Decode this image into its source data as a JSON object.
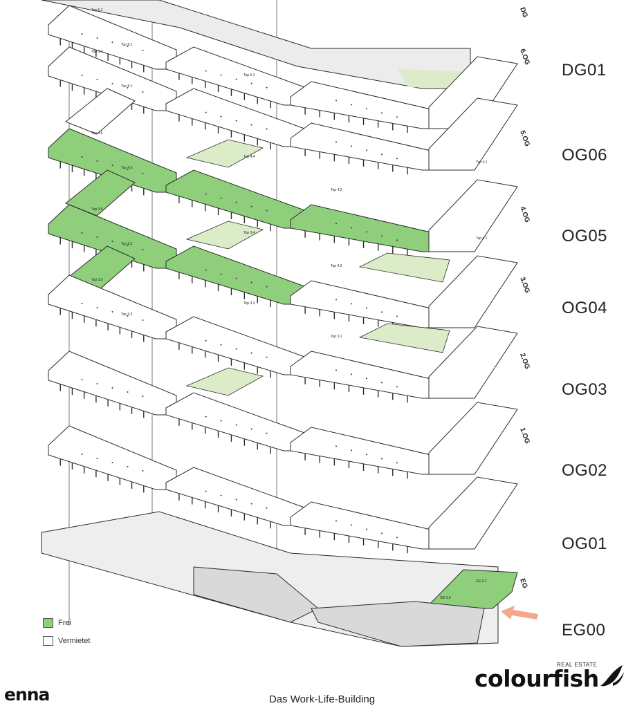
{
  "floors": [
    {
      "id": "DG01",
      "label": "DG01",
      "tag": "DG",
      "units": [
        {
          "text": "Top 5.3"
        },
        {
          "text": "Top 6.1"
        }
      ],
      "status": "rented"
    },
    {
      "id": "OG06",
      "label": "OG06",
      "tag": "6.OG",
      "units": [
        {
          "text": "Top 5.4"
        },
        {
          "text": "Top 5.1"
        },
        {
          "text": "Top 6.1"
        }
      ],
      "status": "rented"
    },
    {
      "id": "OG05",
      "label": "OG05",
      "tag": "5.OG",
      "units": [
        {
          "text": "Top 4.6"
        },
        {
          "text": "Top 4.3"
        },
        {
          "text": "Top 4.4"
        },
        {
          "text": "Top 4.2"
        },
        {
          "text": "Top 4.1"
        }
      ],
      "status": "partly-free"
    },
    {
      "id": "OG04",
      "label": "OG04",
      "tag": "4.OG",
      "units": [
        {
          "text": "Top 3.6"
        },
        {
          "text": "Top 3.3"
        },
        {
          "text": "Top 3.4"
        },
        {
          "text": "Top 4.3"
        },
        {
          "text": "Top 4.1"
        }
      ],
      "status": "partly-free"
    },
    {
      "id": "OG03",
      "label": "OG03",
      "tag": "3.OG",
      "units": [
        {
          "text": "Top 3.5"
        },
        {
          "text": "Top 3.3"
        },
        {
          "text": "Top 3.2"
        },
        {
          "text": "Top 3.1"
        }
      ],
      "status": "partly-free"
    },
    {
      "id": "OG02",
      "label": "OG02",
      "tag": "2.OG",
      "units": [],
      "status": "rented"
    },
    {
      "id": "OG01",
      "label": "OG01",
      "tag": "1.OG",
      "units": [],
      "status": "rented"
    },
    {
      "id": "EG00",
      "label": "EG00",
      "tag": "EG",
      "units": [
        {
          "text": "GE 0.1"
        },
        {
          "text": "GE 0.0"
        }
      ],
      "status": "partly-free"
    }
  ],
  "legend": {
    "free_label": "Frei",
    "rented_label": "Vermietet",
    "free_color": "#8fcf7c",
    "rented_color": "#ffffff"
  },
  "caption": "Das Work-Life-Building",
  "logos": {
    "left": "enna",
    "right_small": "REAL ESTATE",
    "right_big": "colourfish"
  },
  "colors": {
    "free": "#8fcf7c",
    "free_light": "#dcecc8",
    "common_gray": "#d9d9d9",
    "outline": "#2a2a2a",
    "arrow": "#f4a88a"
  }
}
